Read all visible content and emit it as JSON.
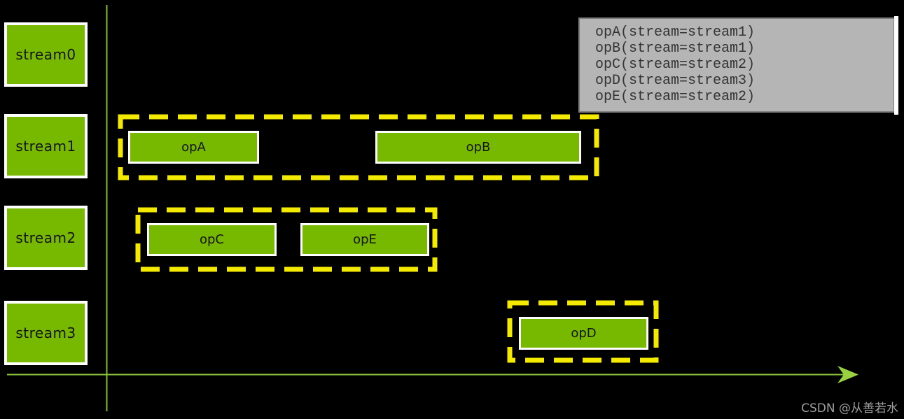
{
  "colors": {
    "background": "#000000",
    "nvidia_green": "#76b900",
    "axis_green": "#8cc63f",
    "group_dash_yellow": "#f3ea00",
    "box_border_white": "#ffffff",
    "code_box_bg": "#b5b5b5",
    "code_box_border": "#7e7e7e",
    "code_text": "#333333",
    "watermark_gray": "#9f9f9f"
  },
  "streams": [
    {
      "label": "stream0"
    },
    {
      "label": "stream1"
    },
    {
      "label": "stream2"
    },
    {
      "label": "stream3"
    }
  ],
  "ops": [
    {
      "label": "opA",
      "stream": "stream1"
    },
    {
      "label": "opB",
      "stream": "stream1"
    },
    {
      "label": "opC",
      "stream": "stream2"
    },
    {
      "label": "opE",
      "stream": "stream2"
    },
    {
      "label": "opD",
      "stream": "stream3"
    }
  ],
  "code_box": {
    "lines": [
      "opA(stream=stream1)",
      "opB(stream=stream1)",
      "opC(stream=stream2)",
      "opD(stream=stream3)",
      "opE(stream=stream2)"
    ]
  },
  "watermark": {
    "text": "CSDN @从善若水"
  }
}
